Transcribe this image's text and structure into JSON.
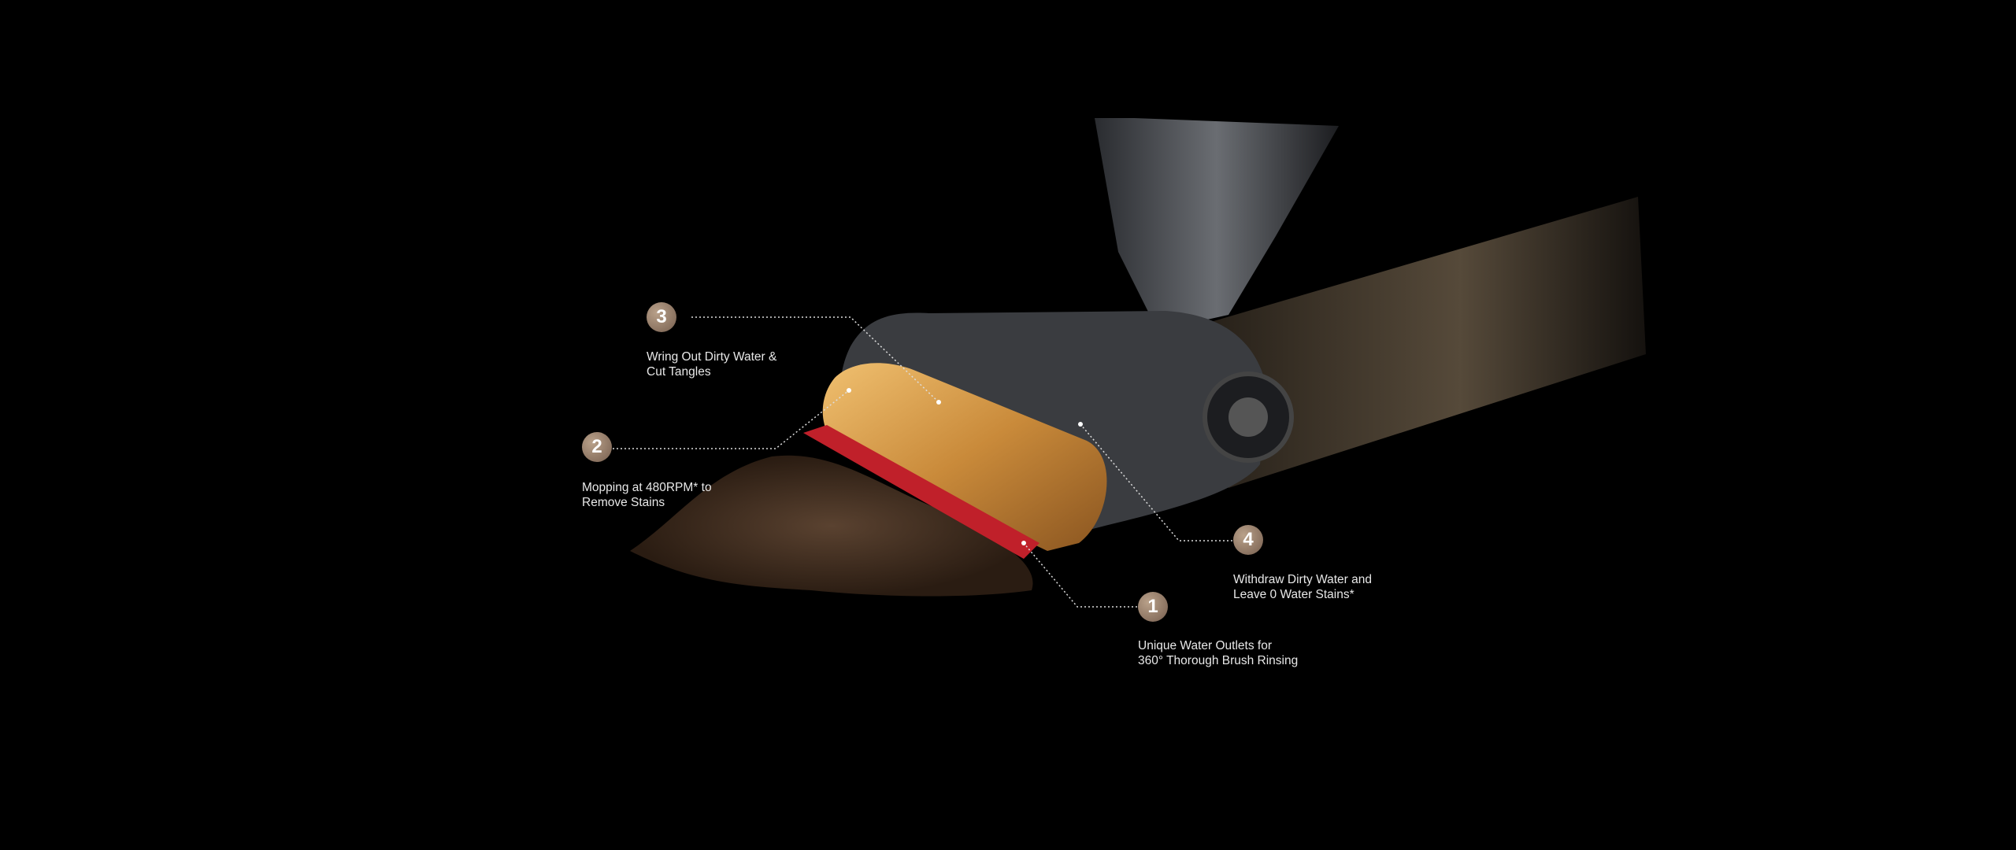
{
  "callouts": [
    {
      "number": "1",
      "line1": "Unique Water Outlets for",
      "line2": "360° Thorough Brush Rinsing"
    },
    {
      "number": "2",
      "line1": "Mopping at 480RPM* to",
      "line2": "Remove Stains"
    },
    {
      "number": "3",
      "line1": "Wring Out Dirty Water &",
      "line2": "Cut Tangles"
    },
    {
      "number": "4",
      "line1": "Withdraw Dirty Water and",
      "line2": "Leave 0 Water Stains*"
    }
  ],
  "colors": {
    "badge": "#8a7260",
    "accent_red": "#c0202a",
    "brush": "#d9a050"
  }
}
